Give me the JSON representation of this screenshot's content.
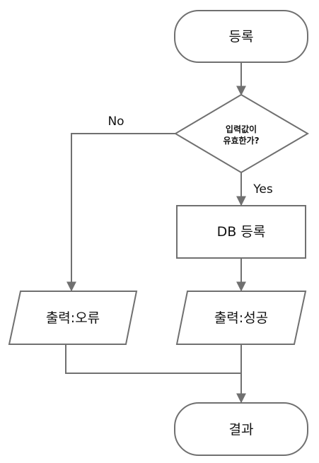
{
  "nodes": {
    "start": "등록",
    "decision_line1": "입력값이",
    "decision_line2": "유효한가?",
    "db_register": "DB 등록",
    "output_error": "출력:오류",
    "output_success": "출력:성공",
    "result": "결과"
  },
  "edges": {
    "yes_label": "Yes",
    "no_label": "No"
  },
  "colors": {
    "stroke": "#707070",
    "fill": "#ffffff",
    "text": "#111111"
  }
}
